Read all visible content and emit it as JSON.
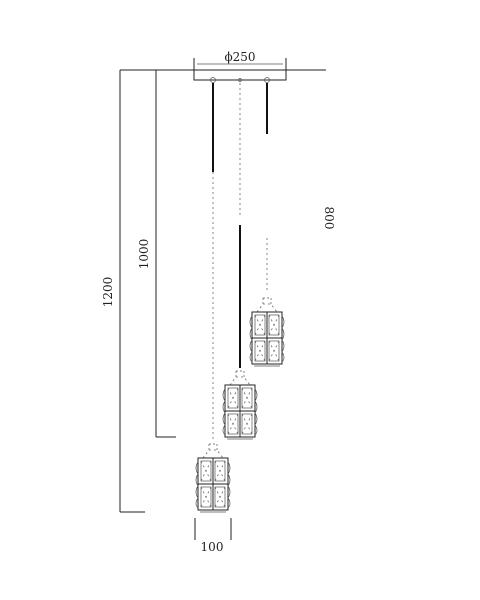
{
  "dimensions": {
    "canopy_diameter": "ϕ250",
    "overall_height": "1200",
    "mid_height": "1000",
    "short_drop": "800",
    "shade_width": "100"
  }
}
